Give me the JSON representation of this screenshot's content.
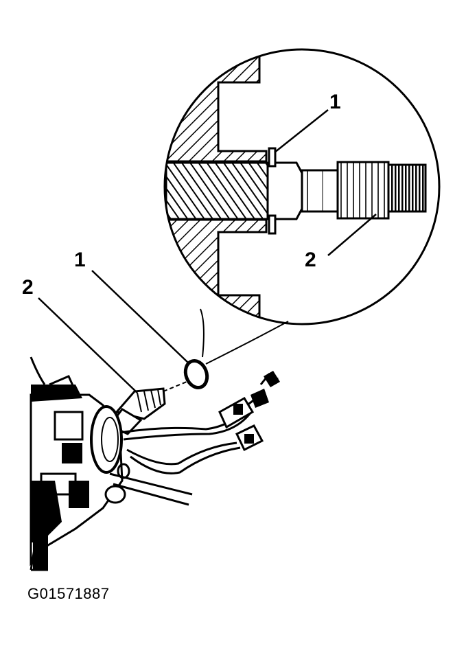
{
  "callouts": {
    "detail_1": "1",
    "detail_2": "2",
    "main_1": "1",
    "main_2": "2"
  },
  "figure_id": "G01571887",
  "colors": {
    "ink": "#000000",
    "paper": "#ffffff"
  }
}
